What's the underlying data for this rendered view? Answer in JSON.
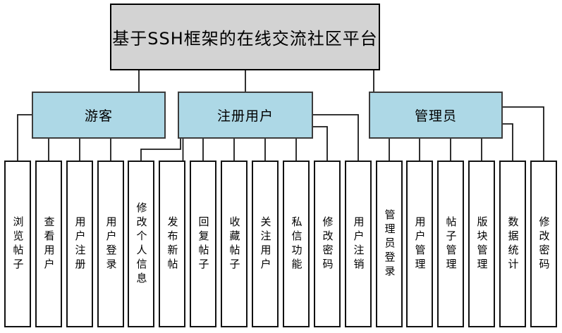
{
  "diagram": {
    "title": "基于SSH框架的在线交流社区平台",
    "groups": [
      {
        "label": "游客",
        "children": [
          "浏览帖子",
          "查看用户",
          "用户注册",
          "用户登录"
        ]
      },
      {
        "label": "注册用户",
        "children": [
          "修改个人信息",
          "发布新帖",
          "回复帖子",
          "收藏帖子",
          "关注用户",
          "私信功能",
          "修改密码",
          "用户注销"
        ]
      },
      {
        "label": "管理员",
        "children": [
          "管理员登录",
          "用户管理",
          "帖子管理",
          "版块管理",
          "数据统计",
          "修改密码"
        ]
      }
    ],
    "colors": {
      "root_fill": "#d3d3d3",
      "group_fill": "#add8e6",
      "leaf_fill": "#ffffff",
      "line": "#1a1a1a"
    }
  }
}
